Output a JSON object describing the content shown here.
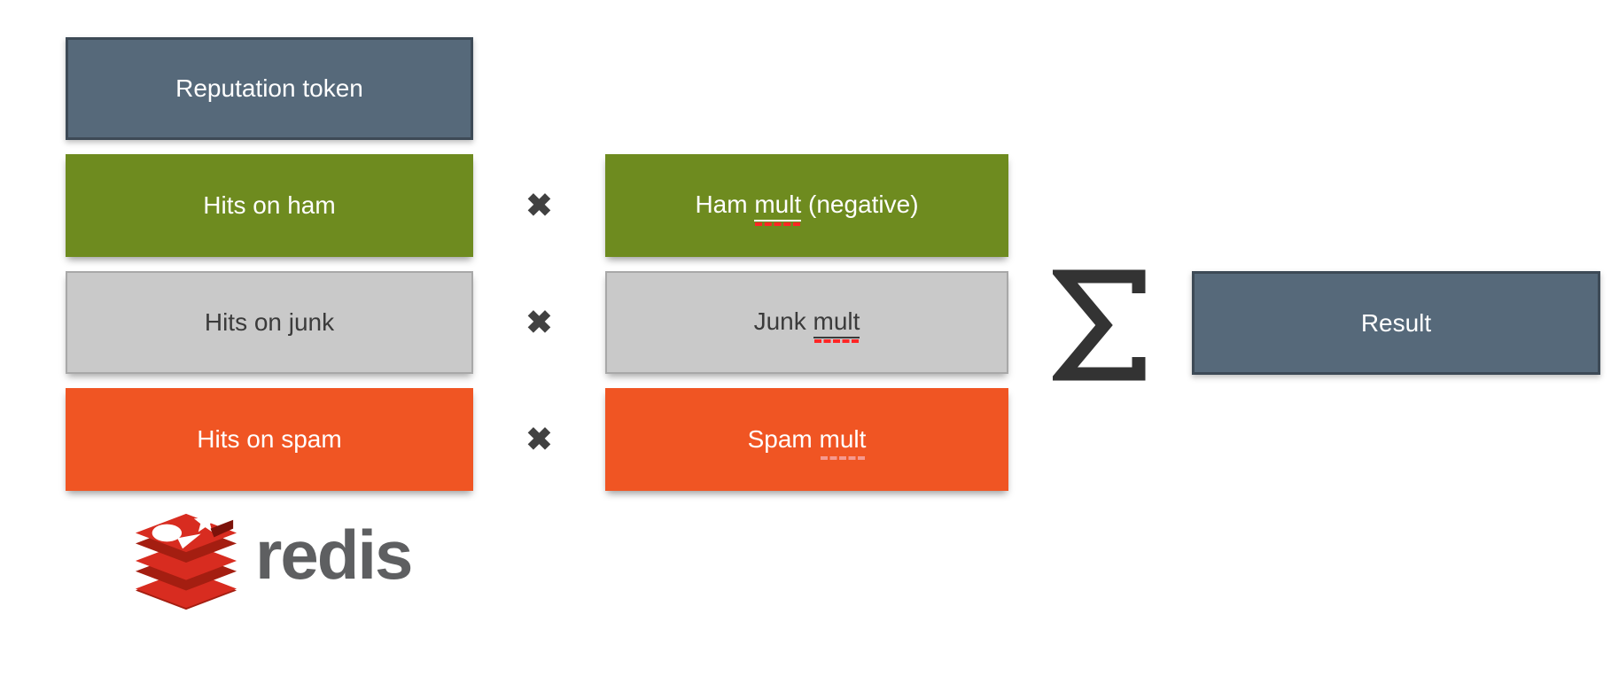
{
  "colors": {
    "slate": "#56697a",
    "slate_border": "#3d4a56",
    "green": "#6e8b1f",
    "gray": "#c9c9c9",
    "gray_border": "#a8a8a8",
    "gray_text": "#3b3b3b",
    "orange": "#f05523",
    "operator": "#414141",
    "sigma": "#333333",
    "spell_red": "#ff2525",
    "spell_faint": "#f6998e",
    "redis_red": "#d82c20",
    "redis_dark_red": "#a41e11",
    "redis_hole": "#7c120a",
    "redis_text": "#5e5f61"
  },
  "diagram": {
    "reputation": {
      "label": "Reputation token"
    },
    "rows": [
      {
        "left_label": "Hits on ham",
        "right_prefix": "Ham ",
        "right_word": "mult",
        "right_suffix": " (negative)"
      },
      {
        "left_label": "Hits on junk",
        "right_prefix": "Junk ",
        "right_word": "mult",
        "right_suffix": ""
      },
      {
        "left_label": "Hits on spam",
        "right_prefix": "Spam ",
        "right_word": "mult",
        "right_suffix": ""
      }
    ],
    "operators": {
      "multiply": "✖",
      "sigma": "∑"
    },
    "result": {
      "label": "Result"
    },
    "logo": {
      "wordmark": "redis"
    }
  }
}
